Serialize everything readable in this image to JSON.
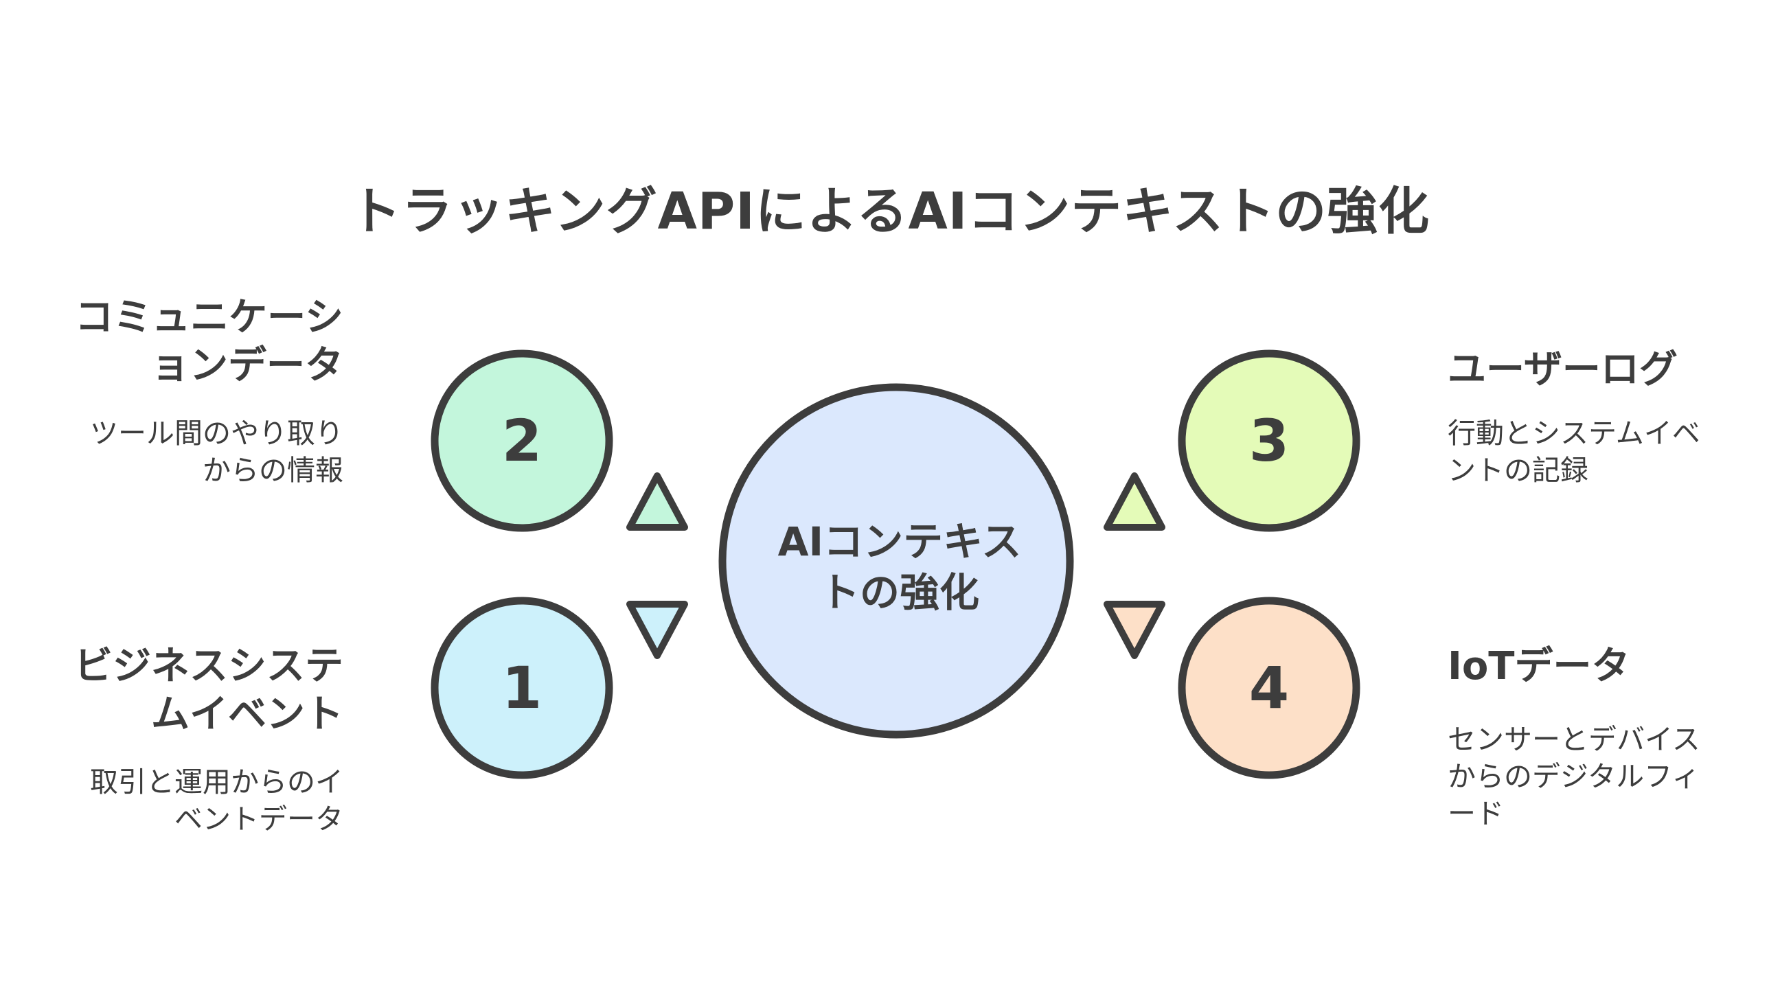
{
  "title": "トラッキングAPIによるAIコンテキストの強化",
  "center": {
    "line1": "AIコンテキス",
    "line2": "トの強化"
  },
  "items": [
    {
      "number": "2",
      "heading_line1": "コミュニケーシ",
      "heading_line2": "ョンデータ",
      "desc_line1": "ツール間のやり取り",
      "desc_line2": "からの情報",
      "color": "#c3f6dc"
    },
    {
      "number": "1",
      "heading_line1": "ビジネスシステ",
      "heading_line2": "ムイベント",
      "desc_line1": "取引と運用からのイ",
      "desc_line2": "ベントデータ",
      "color": "#cdf1fb"
    },
    {
      "number": "3",
      "heading_line1": "ユーザーログ",
      "desc_line1": "行動とシステムイベ",
      "desc_line2": "ントの記録",
      "color": "#e4fbb8"
    },
    {
      "number": "4",
      "heading_line1": "IoTデータ",
      "desc_line1": "センサーとデバイス",
      "desc_line2": "からのデジタルフィ",
      "desc_line3": "ード",
      "color": "#fde0c8"
    }
  ],
  "colors": {
    "center_fill": "#dbe8fd",
    "outline": "#3d3d3d",
    "text": "#3d3d3d"
  }
}
